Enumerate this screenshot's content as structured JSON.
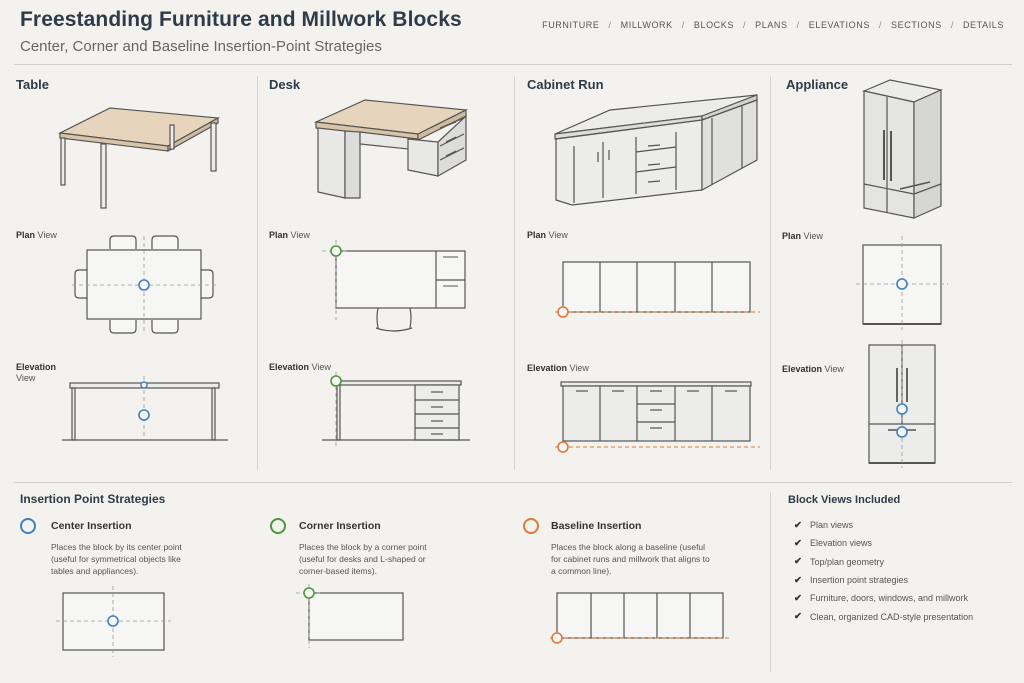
{
  "header": {
    "title": "Freestanding Furniture and Millwork Blocks",
    "subtitle": "Center, Corner and Baseline Insertion-Point Strategies",
    "nav": [
      "FURNITURE",
      "MILLWORK",
      "BLOCKS",
      "PLANS",
      "ELEVATIONS",
      "SECTIONS",
      "DETAILS"
    ],
    "nav_separator": "/"
  },
  "columns": {
    "table": {
      "title": "Table"
    },
    "desk": {
      "title": "Desk"
    },
    "cabinet": {
      "title": "Cabinet Run"
    },
    "appliance": {
      "title": "Appliance"
    }
  },
  "view_labels": {
    "plan_bold": "Plan",
    "plan_rest": " View",
    "elev_bold": "Elevation",
    "elev_rest": " View"
  },
  "strategies": {
    "heading": "Insertion Point Strategies",
    "items": [
      {
        "title": "Center Insertion",
        "desc": "Places the block by its center point (useful for symmetrical objects like tables and appliances).",
        "color": "#3f7fc4"
      },
      {
        "title": "Corner Insertion",
        "desc": "Places the block by a corner point (useful for desks and L-shaped or corner-based items).",
        "color": "#4a9a3a"
      },
      {
        "title": "Baseline Insertion",
        "desc": "Places the block along a baseline (useful for cabinet runs and millwork that aligns to a common line).",
        "color": "#e07a35"
      }
    ]
  },
  "block_views": {
    "heading": "Block Views Included",
    "check": "✔",
    "items": [
      "Plan views",
      "Elevation views",
      "Top/plan geometry",
      "Insertion point strategies",
      "Furniture, doors, windows, and millwork",
      "Clean, organized CAD-style presentation"
    ]
  },
  "colors": {
    "center": "#3f7fc4",
    "corner": "#4a9a3a",
    "baseline": "#e07a35",
    "line": "#555555",
    "wood": "#e7d4bd"
  }
}
